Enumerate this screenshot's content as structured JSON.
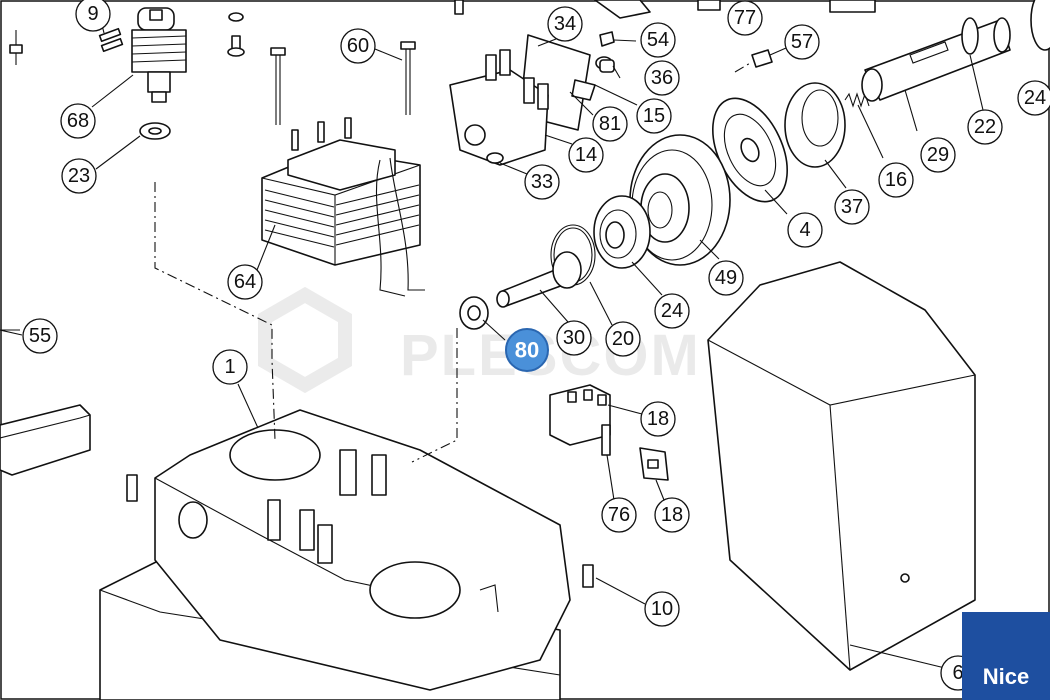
{
  "callouts": [
    "9",
    "68",
    "23",
    "60",
    "64",
    "34",
    "54",
    "77",
    "36",
    "15",
    "81",
    "14",
    "33",
    "57",
    "24",
    "22",
    "29",
    "16",
    "37",
    "4",
    "49",
    "24",
    "20",
    "30",
    "55",
    "1",
    "18",
    "18",
    "76",
    "10",
    "6"
  ],
  "highlighted_callout": "80",
  "watermark": "PLESCOM",
  "brand": "Nice",
  "colors": {
    "highlight": "#4a90d9",
    "brand_bg": "#1e4fa0",
    "line": "#111111"
  }
}
